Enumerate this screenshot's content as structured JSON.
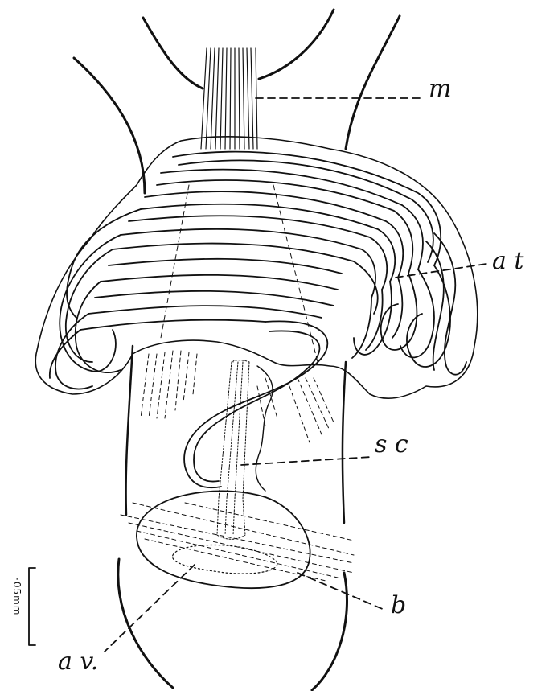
{
  "labels": {
    "m": "m",
    "at": "a t",
    "sc": "s c",
    "b": "b",
    "av": "a v."
  },
  "scale_bar": {
    "text": "·05mm"
  },
  "colors": {
    "ink": "#111111",
    "paper": "#ffffff"
  }
}
